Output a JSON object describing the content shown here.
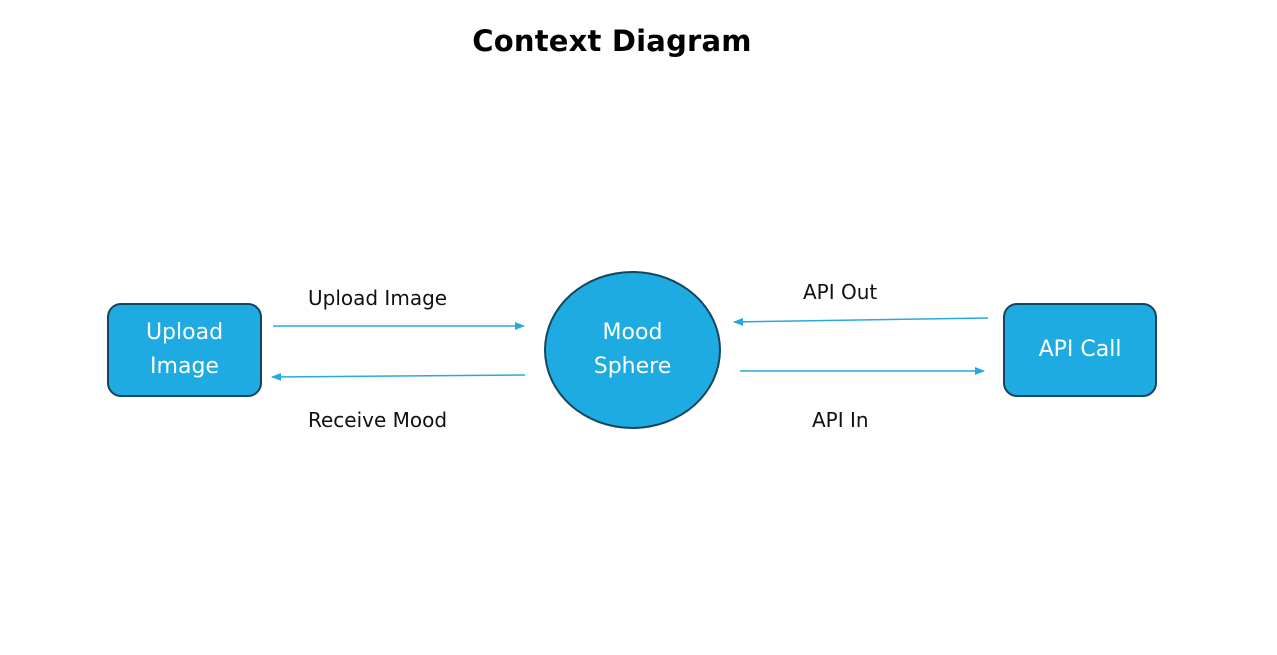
{
  "diagram": {
    "title": "Context Diagram",
    "colors": {
      "node_fill": "#1eabe2",
      "node_border": "#14455c",
      "arrow": "#29a8df",
      "text_dark": "#000000",
      "text_light": "#ffffff"
    },
    "nodes": {
      "upload_image": {
        "label": "Upload\nImage",
        "shape": "rounded-rectangle",
        "role": "external-entity"
      },
      "mood_sphere": {
        "label": "Mood\nSphere",
        "shape": "circle",
        "role": "process"
      },
      "api_call": {
        "label": "API Call",
        "shape": "rounded-rectangle",
        "role": "external-entity"
      }
    },
    "flows": {
      "upload_image": {
        "label": "Upload Image",
        "from": "Upload Image",
        "to": "Mood Sphere"
      },
      "receive_mood": {
        "label": "Receive Mood",
        "from": "Mood Sphere",
        "to": "Upload Image"
      },
      "api_out": {
        "label": "API Out",
        "from": "API Call",
        "to": "Mood Sphere"
      },
      "api_in": {
        "label": "API In",
        "from": "Mood Sphere",
        "to": "API Call"
      }
    }
  }
}
